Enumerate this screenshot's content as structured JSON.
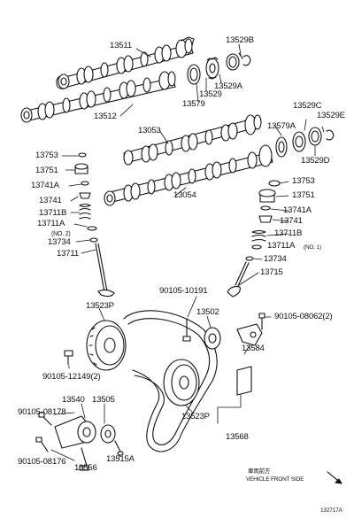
{
  "diagram_id": "132717A",
  "direction_note": {
    "jp": "車両前方",
    "en": "VEHICLE FRONT SIDE"
  },
  "parts": [
    {
      "id": "13511",
      "text": "13511"
    },
    {
      "id": "13529B",
      "text": "13529B"
    },
    {
      "id": "13529A_top",
      "text": "13529A"
    },
    {
      "id": "13529_top",
      "text": "13529"
    },
    {
      "id": "13579_top",
      "text": "13579"
    },
    {
      "id": "13512",
      "text": "13512"
    },
    {
      "id": "13529C",
      "text": "13529C"
    },
    {
      "id": "13529E",
      "text": "13529E"
    },
    {
      "id": "13579A",
      "text": "13579A"
    },
    {
      "id": "13529D",
      "text": "13529D"
    },
    {
      "id": "13053",
      "text": "13053"
    },
    {
      "id": "13054",
      "text": "13054"
    },
    {
      "id": "13753_l",
      "text": "13753"
    },
    {
      "id": "13751_l",
      "text": "13751"
    },
    {
      "id": "13741A_l",
      "text": "13741A"
    },
    {
      "id": "13741_l",
      "text": "13741"
    },
    {
      "id": "13711B_l",
      "text": "13711B"
    },
    {
      "id": "13711A_l",
      "text": "13711A"
    },
    {
      "id": "no2",
      "text": "(NO. 2)"
    },
    {
      "id": "13734_l",
      "text": "13734"
    },
    {
      "id": "13711",
      "text": "13711"
    },
    {
      "id": "13753_r",
      "text": "13753"
    },
    {
      "id": "13751_r",
      "text": "13751"
    },
    {
      "id": "13741A_r",
      "text": "13741A"
    },
    {
      "id": "13741_r",
      "text": "13741"
    },
    {
      "id": "13711B_r",
      "text": "13711B"
    },
    {
      "id": "13711A_r",
      "text": "13711A"
    },
    {
      "id": "no1",
      "text": "(NO. 1)"
    },
    {
      "id": "13734_r",
      "text": "13734"
    },
    {
      "id": "13715",
      "text": "13715"
    },
    {
      "id": "90105_10191",
      "text": "90105-10191"
    },
    {
      "id": "13523P_top",
      "text": "13523P"
    },
    {
      "id": "13502",
      "text": "13502"
    },
    {
      "id": "90105_08062",
      "text": "90105-08062(2)"
    },
    {
      "id": "13584",
      "text": "13584"
    },
    {
      "id": "90105_12149",
      "text": "90105-12149(2)"
    },
    {
      "id": "13540",
      "text": "13540"
    },
    {
      "id": "13505",
      "text": "13505"
    },
    {
      "id": "90105_08178",
      "text": "90105-08178"
    },
    {
      "id": "13523P_bot",
      "text": "13523P"
    },
    {
      "id": "13568",
      "text": "13568"
    },
    {
      "id": "90105_08176",
      "text": "90105-08176"
    },
    {
      "id": "13556",
      "text": "13556"
    },
    {
      "id": "13515A",
      "text": "13515A"
    }
  ]
}
